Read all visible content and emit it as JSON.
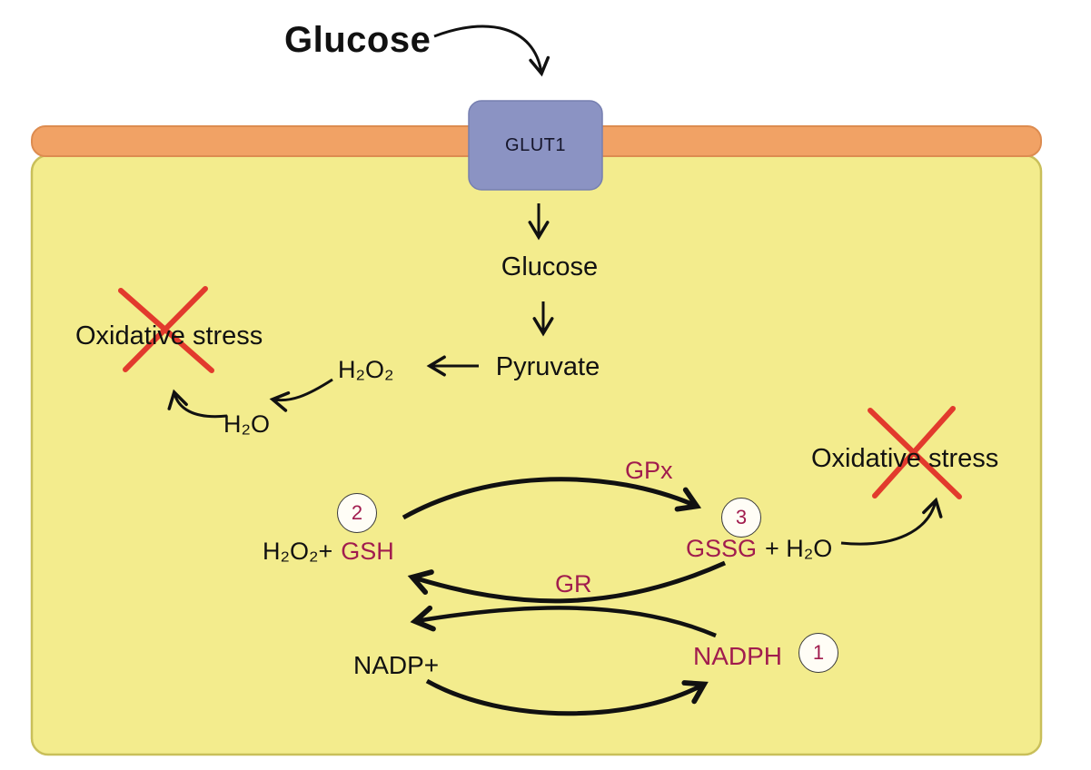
{
  "diagram": {
    "title": "Glucose",
    "transporter": "GLUT1",
    "labels": {
      "glucose_in": "Glucose",
      "pyruvate": "Pyruvate",
      "h2o2": "H₂O₂",
      "h2o": "H₂O",
      "oxidative_left": "Oxidative stress",
      "oxidative_right": "Oxidative stress",
      "gpx": "GPx",
      "gr": "GR",
      "h2o2_plus": "H₂O₂+",
      "gsh": "GSH",
      "gssg": "GSSG",
      "plus_h2o": "+ H₂O",
      "nadp": "NADP+",
      "nadph": "NADPH"
    },
    "steps": {
      "one": "1",
      "two": "2",
      "three": "3"
    },
    "colors": {
      "cell_fill": "#f3ec8d",
      "cell_border": "#c9bf5a",
      "membrane_fill": "#f1a265",
      "membrane_border": "#dd8c50",
      "transporter_fill": "#8b93c3",
      "transporter_border": "#767fb0",
      "accent_maroon": "#a11c4e",
      "cross_red": "#e23a2d",
      "ink": "#111111"
    }
  }
}
